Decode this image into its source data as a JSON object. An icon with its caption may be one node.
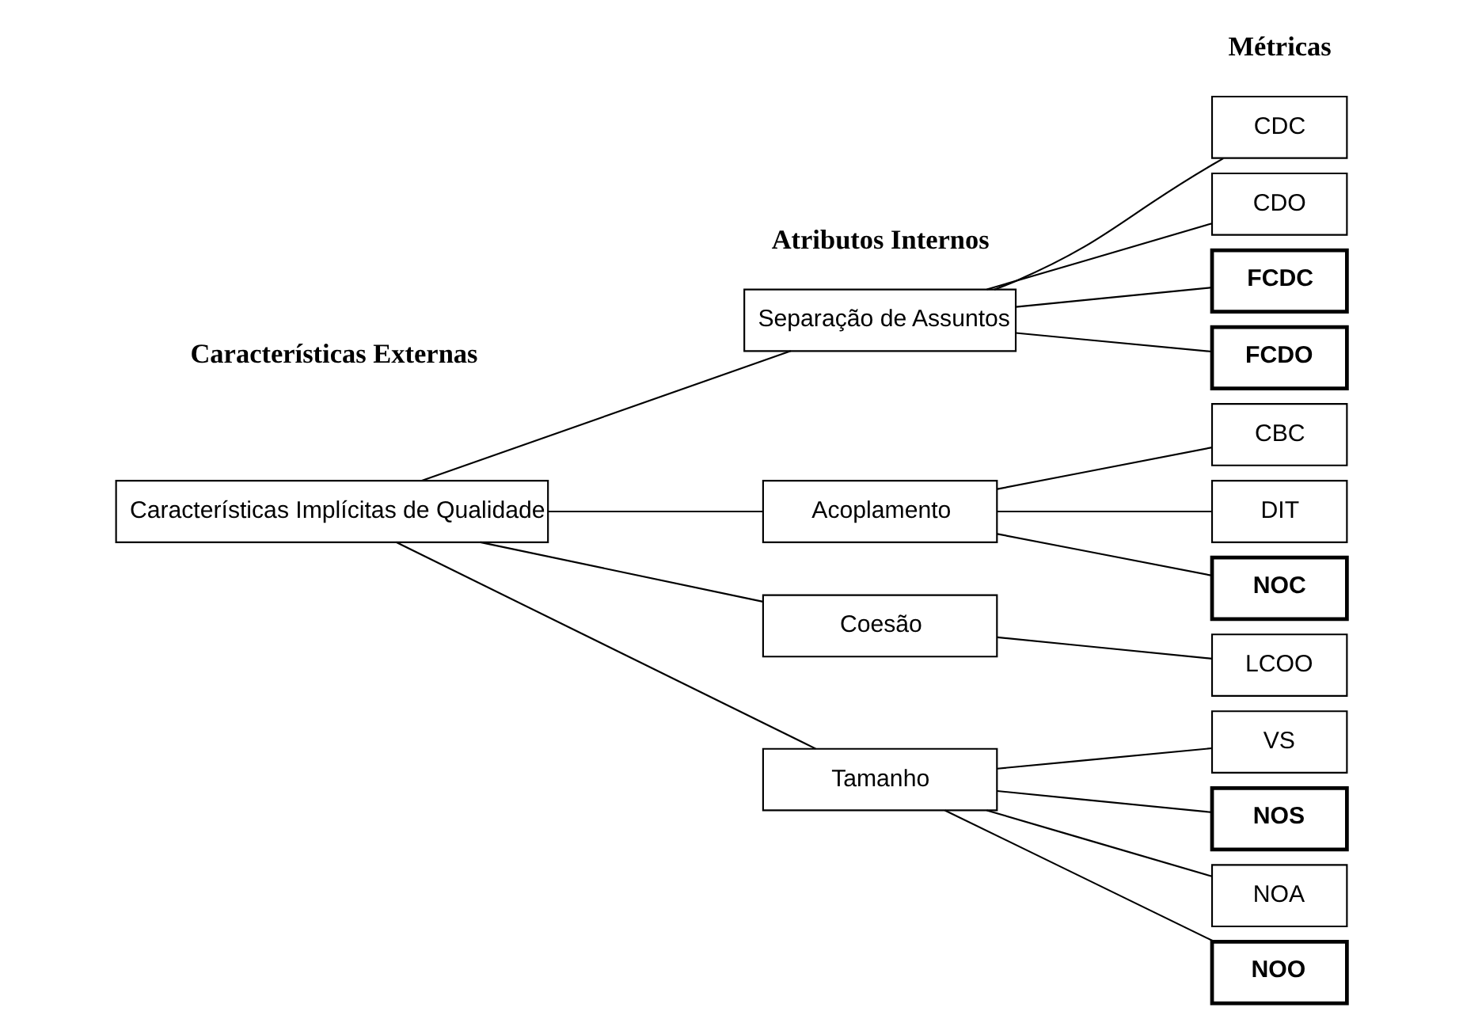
{
  "diagram": {
    "nodes": [
      {
        "text": [
          "Características Implícitas de Qualidade"
        ]
      },
      {
        "text": [
          "Separação de Assuntos"
        ]
      },
      {
        "text": [
          "Acoplamento"
        ]
      },
      {
        "text": [
          "Coesão"
        ]
      },
      {
        "text": [
          "Tamanho"
        ]
      },
      {
        "text": [
          "CDC"
        ]
      },
      {
        "text": [
          "CDO"
        ]
      },
      {
        "text": [
          "FCDC"
        ]
      },
      {
        "text": [
          "FCDO"
        ]
      },
      {
        "text": [
          "CBC"
        ]
      },
      {
        "text": [
          "DIT"
        ]
      },
      {
        "text": [
          "NOC"
        ]
      },
      {
        "text": [
          "LCOO"
        ]
      },
      {
        "text": [
          "VS"
        ]
      },
      {
        "text": [
          "NOS"
        ]
      },
      {
        "text": [
          "NOA"
        ]
      },
      {
        "text": [
          "NOO"
        ]
      }
    ],
    "edges": [
      {
        "from": 0,
        "to": 1,
        "arrow": "none"
      },
      {
        "from": 0,
        "to": 2,
        "arrow": "none"
      },
      {
        "from": 0,
        "to": 3,
        "arrow": "none"
      },
      {
        "from": 0,
        "to": 4,
        "arrow": "none"
      },
      {
        "from": 1,
        "to": 5,
        "arrow": "none"
      },
      {
        "from": 1,
        "to": 6,
        "arrow": "none"
      },
      {
        "from": 1,
        "to": 7,
        "arrow": "none"
      },
      {
        "from": 1,
        "to": 8,
        "arrow": "none"
      },
      {
        "from": 2,
        "to": 9,
        "arrow": "none"
      },
      {
        "from": 2,
        "to": 10,
        "arrow": "none"
      },
      {
        "from": 2,
        "to": 11,
        "arrow": "none"
      },
      {
        "from": 3,
        "to": 12,
        "arrow": "none"
      },
      {
        "from": 4,
        "to": 13,
        "arrow": "none"
      },
      {
        "from": 4,
        "to": 14,
        "arrow": "none"
      },
      {
        "from": 4,
        "to": 15,
        "arrow": "none"
      },
      {
        "from": 4,
        "to": 16,
        "arrow": "none"
      }
    ],
    "labels": [
      "Características Externas",
      "Atributos Internos",
      "Métricas"
    ]
  }
}
